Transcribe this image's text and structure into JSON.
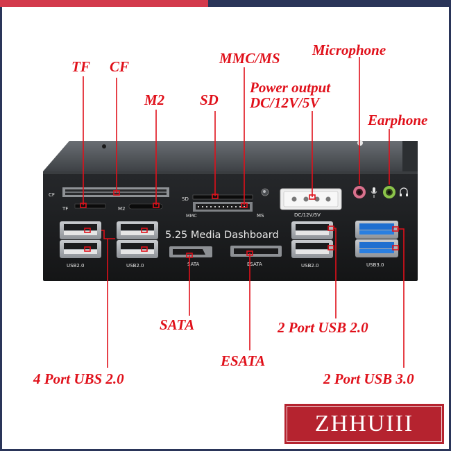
{
  "callouts": {
    "tf": "TF",
    "cf": "CF",
    "m2": "M2",
    "sd": "SD",
    "mmc_ms": "MMC/MS",
    "microphone": "Microphone",
    "power_line1": "Power output",
    "power_line2": "DC/12V/5V",
    "earphone": "Earphone",
    "sata": "SATA",
    "esata": "ESATA",
    "usb2_2port": "2 Port USB 2.0",
    "usb2_4port": "4 Port UBS 2.0",
    "usb3_2port": "2 Port USB 3.0"
  },
  "panel": {
    "title": "5.25 Media Dashboard",
    "cf": "CF",
    "tf": "TF",
    "m2": "M2",
    "sd": "SD",
    "mmc": "MMC",
    "ms": "MS",
    "dc": "DC/12V/5V",
    "usb_a": "USB2.0",
    "usb_b": "USB2.0",
    "usb_c": "USB2.0",
    "usb_d": "USB3.0",
    "sata": "SATA",
    "esata": "ESATA"
  },
  "watermark": "ZHHUIII",
  "colors": {
    "callout_red": "#e0101a",
    "usb3_blue": "#1f6fd0",
    "mic_pink": "#d9718d",
    "ear_green": "#8bc34a",
    "watermark_bg": "#b5232f"
  }
}
